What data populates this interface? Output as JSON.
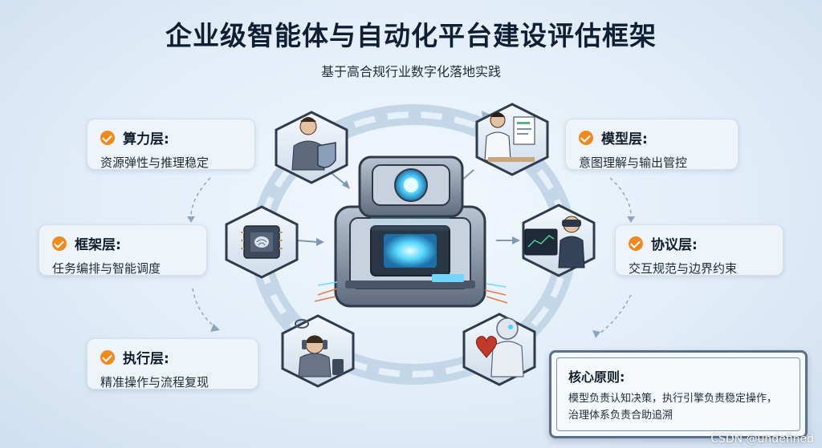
{
  "title": "企业级智能体与自动化平台建设评估框架",
  "subtitle": "基于高合规行业数字化落地实践",
  "layers": [
    {
      "title": "算力层:",
      "desc": "资源弹性与推理稳定"
    },
    {
      "title": "框架层:",
      "desc": "任务编排与智能调度"
    },
    {
      "title": "执行层:",
      "desc": "精准操作与流程复现"
    },
    {
      "title": "模型层:",
      "desc": "意图理解与输出管控"
    },
    {
      "title": "协议层:",
      "desc": "交互规范与边界约束"
    }
  ],
  "principle": {
    "title": "核心原则:",
    "line1": "模型负责认知决策，执行引擎负责稳定操作，",
    "line2": "治理体系负责合助追溯"
  },
  "watermark": "CSDN @undefined",
  "icons": [
    "security-guard-icon",
    "document-review-icon",
    "vr-operator-icon",
    "robot-heart-icon",
    "radio-operator-icon",
    "ai-chip-icon",
    "central-server-icon"
  ],
  "colors": {
    "accent": "#f08a1c",
    "ring": "#b7cfe4",
    "chip_glow": "#4fd3ff"
  }
}
